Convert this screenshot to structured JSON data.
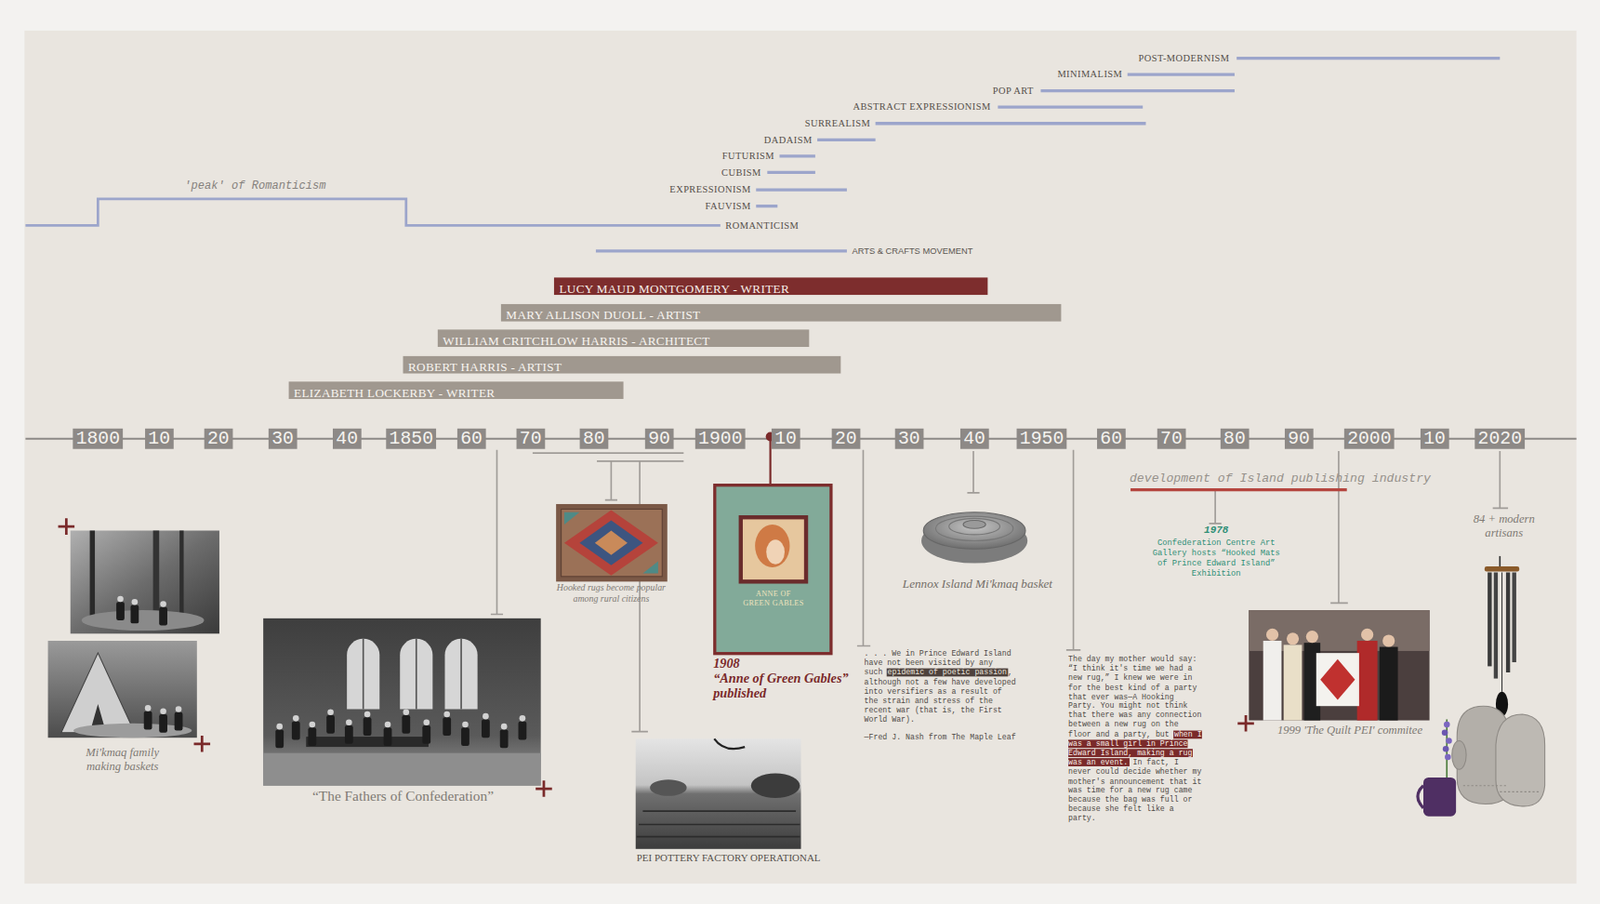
{
  "diagram": {
    "nodes": [
      {
        "text": [
          "LUCY MAUD MONTGOMERY - WRITER"
        ]
      },
      {
        "text": [
          "MARY ALLISON DUOLL - ARTIST"
        ]
      },
      {
        "text": [
          "WILLIAM CRITCHLOW HARRIS - ARCHITECT"
        ]
      },
      {
        "text": [
          "ROBERT HARRIS - ARTIST"
        ]
      },
      {
        "text": [
          "ELIZABETH LOCKERBY - WRITER"
        ]
      }
    ],
    "labels": [
      "POST-MODERNISM",
      "MINIMALISM",
      "POP ART",
      "ABSTRACT EXPRESSIONISM",
      "SURREALISM",
      "DADAISM",
      "FUTURISM",
      "CUBISM",
      "EXPRESSIONISM",
      "FAUVISM",
      "'peak' of Romanticism",
      "ROMANTICISM",
      "ARTS & CRAFTS MOVEMENT",
      "1800",
      "10",
      "20",
      "30",
      "40",
      "1850",
      "60",
      "70",
      "80",
      "90",
      "1900",
      "10",
      "20",
      "30",
      "40",
      "1950",
      "60",
      "70",
      "80",
      "90",
      "2000",
      "10",
      "2020",
      "Mi'kmaq family making baskets",
      "“The Fathers of Confederation”",
      "Hooked rugs become popular among rural citizens",
      "ANNE OF GREEN GABLES",
      "1908",
      "“Anne of Green Gables” published",
      "PEI POTTERY FACTORY OPERATIONAL",
      "Lennox Island Mi'kmaq basket",
      ". . . We in Prince Edward Island have not been visited by any such",
      "epidemic of poetic passion",
      ", although not a few have developed into versifiers as a result of the strain and stress of the recent war (that is, the First World War).",
      "—Fred J. Nash from The Maple Leaf",
      "development of Island publishing industry",
      "1978",
      "Confederation Centre Art Gallery hosts “Hooked Mats of Prince Edward Island” Exhibition",
      "The day my mother would say: “I think it's time we had a new rug,” I knew we were in for the best kind of a party that ever was—A Hooking Party. You might not think that there was any connection between a new rug on the floor and a party, but",
      "when I was a small girl in Prince Edward Island, making a rug was an event.",
      "In fact, I never could decide whether my mother's announcement that it was time for a new rug came because the bag was full or because she felt like a party.",
      "1999 'The Quilt PEI' commitee",
      "84 + modern artisans"
    ]
  }
}
